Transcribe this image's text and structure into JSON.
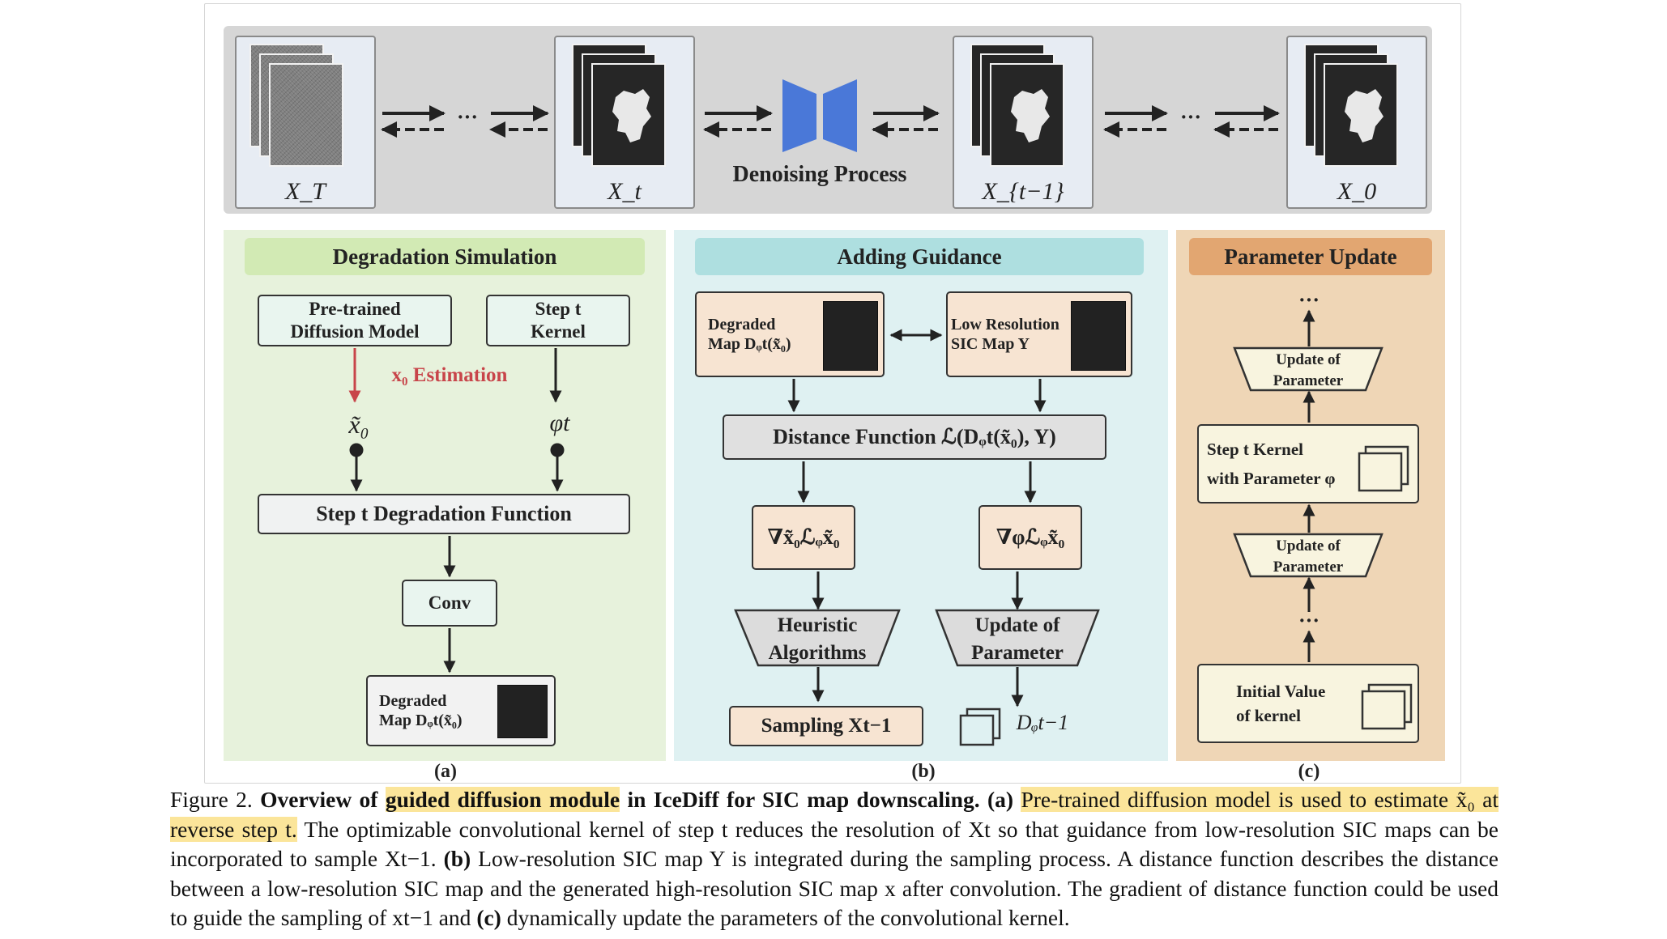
{
  "diagram": {
    "top": {
      "cards": [
        "X_T",
        "X_t",
        "X_{t−1}",
        "X_0"
      ],
      "ellipsis": "···",
      "denoising_label": "Denoising Process",
      "colors": {
        "band": "#d6d6d6",
        "hourglass": "#4a78d8"
      }
    },
    "panel_a": {
      "title": "Degradation Simulation",
      "pretrained": [
        "Pre-trained",
        "Diffusion Model"
      ],
      "kernel": [
        "Step t",
        "Kernel"
      ],
      "x0_estimation": "x₀ Estimation",
      "x0_tilde": "x̃₀",
      "phi_t": "φt",
      "degradation_fn": "Step t Degradation Function",
      "conv": "Conv",
      "degraded": [
        "Degraded",
        "Map Dᵩt(x̃₀)"
      ],
      "label": "(a)",
      "colors": {
        "bg": "#e7f2dc",
        "title_bg": "#d2eab4",
        "box": "#e9f5ef",
        "accent": "#c8454a"
      }
    },
    "panel_b": {
      "title": "Adding Guidance",
      "degraded": [
        "Degraded",
        "Map Dᵩt(x̃₀)"
      ],
      "lowres": [
        "Low Resolution",
        "SIC Map Y"
      ],
      "distance": "Distance Function ℒ(Dᵩt(x̃₀), Y)",
      "grad_x": "∇x̃₀ℒᵩx̃₀",
      "grad_phi": "∇φℒᵩx̃₀",
      "heuristic": [
        "Heuristic",
        "Algorithms"
      ],
      "update": [
        "Update of",
        "Parameter"
      ],
      "sampling": "Sampling Xt−1",
      "d_next": "Dᵩt−1",
      "label": "(b)",
      "colors": {
        "bg": "#dff1f2",
        "title_bg": "#aedfe0",
        "box": "#f7e4d2"
      }
    },
    "panel_c": {
      "title": "Parameter Update",
      "dots": "···",
      "update": [
        "Update of",
        "Parameter"
      ],
      "kernel_param": [
        "Step t Kernel",
        "with Parameter φ"
      ],
      "initial": [
        "Initial Value",
        "of kernel"
      ],
      "label": "(c)",
      "colors": {
        "bg": "#efd6b6",
        "title_bg": "#e2a671",
        "box": "#f8f4df"
      }
    }
  },
  "caption": {
    "fig": "Figure 2.",
    "bold_1": "Overview of",
    "bold_hl": "guided diffusion module",
    "bold_2": "in IceDiff for SIC map downscaling.",
    "a_marker": "(a)",
    "hl_text": "Pre-trained diffusion model is used to estimate x̃₀ at reverse step t.",
    "text_1": "The optimizable convolutional kernel of step t reduces the resolution of Xt so that guidance from low-resolution SIC maps can be incorporated to sample Xt−1.",
    "b_marker": "(b)",
    "text_2": "Low-resolution SIC map Y is integrated during the sampling process. A distance function describes the distance between a low-resolution SIC map and the generated high-resolution SIC map x after convolution. The gradient of distance function could be used to guide the sampling of xt−1 and",
    "c_marker": "(c)",
    "text_3": "dynamically update the parameters of the convolutional kernel."
  }
}
